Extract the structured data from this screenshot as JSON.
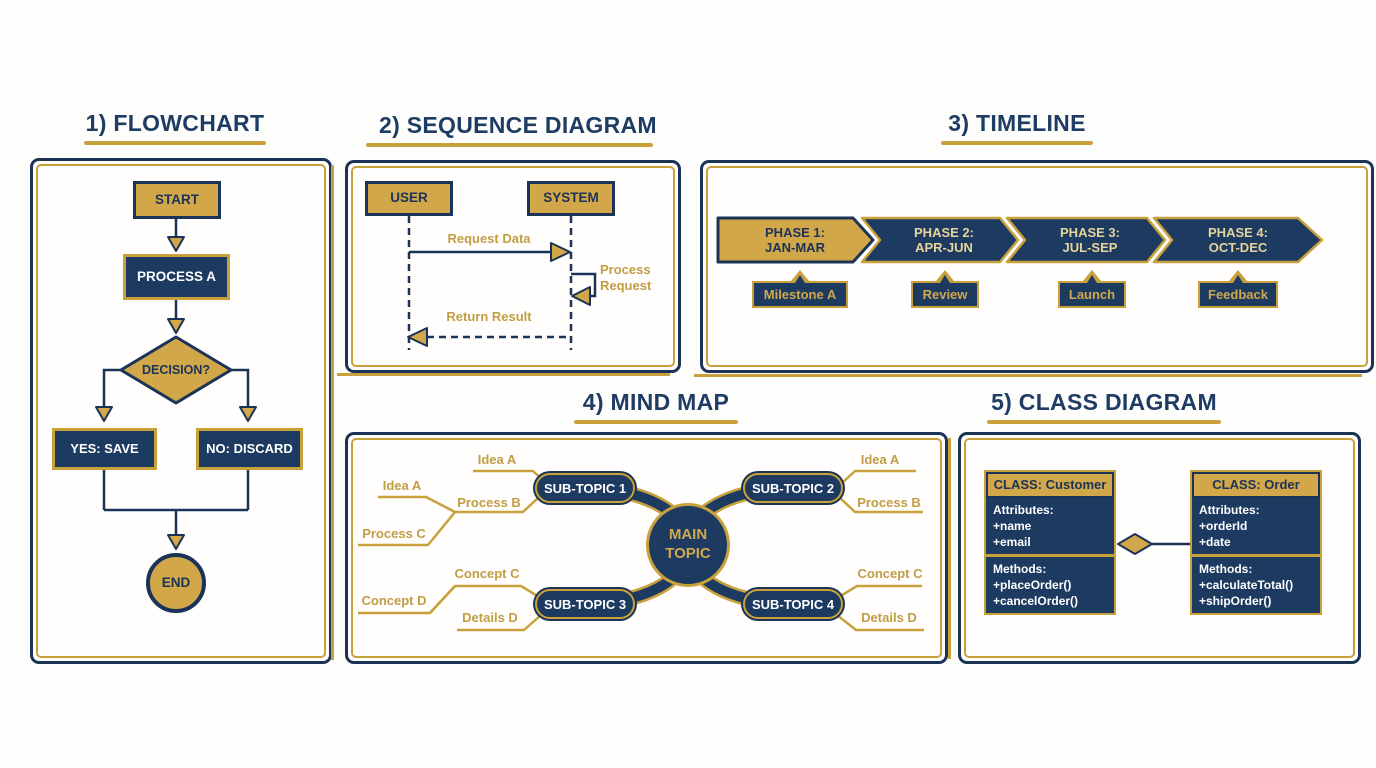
{
  "colors": {
    "navy": "#1d3a60",
    "navy_border": "#1b3357",
    "gold": "#c9a13c",
    "gold_fill": "#d2a74a",
    "gold_text": "#c19d44",
    "pale_gold_text": "#e7d49b",
    "title_text": "#1e3c64",
    "background": "#fdfdfb"
  },
  "flowchart": {
    "title": "1) FLOWCHART",
    "nodes": {
      "start": "START",
      "process": "PROCESS A",
      "decision": "DECISION?",
      "yes": "YES: SAVE",
      "no": "NO: DISCARD",
      "end": "END"
    }
  },
  "sequence": {
    "title": "2) SEQUENCE DIAGRAM",
    "actors": {
      "user": "USER",
      "system": "SYSTEM"
    },
    "messages": {
      "request": "Request Data",
      "self_process": "Process Request",
      "return": "Return Result"
    }
  },
  "timeline": {
    "title": "3) TIMELINE",
    "phases": [
      {
        "name": "PHASE 1:",
        "period": "JAN-MAR"
      },
      {
        "name": "PHASE 2:",
        "period": "APR-JUN"
      },
      {
        "name": "PHASE 3:",
        "period": "JUL-SEP"
      },
      {
        "name": "PHASE 4:",
        "period": "OCT-DEC"
      }
    ],
    "milestones": [
      "Milestone A",
      "Review",
      "Launch",
      "Feedback"
    ]
  },
  "mindmap": {
    "title": "4) MIND MAP",
    "center": "MAIN TOPIC",
    "subtopics": [
      "SUB-TOPIC 1",
      "SUB-TOPIC 2",
      "SUB-TOPIC 3",
      "SUB-TOPIC 4"
    ],
    "left": {
      "top_leaf": "Idea A",
      "mid_leaf": "Process B",
      "mid_sub_top": "Idea A",
      "mid_sub_bottom": "Process C",
      "lower_leaf": "Concept C",
      "lower_sub": "Concept D",
      "bottom_leaf": "Details D"
    },
    "right": {
      "top_leaf": "Idea A",
      "mid_leaf": "Process B",
      "lower_leaf": "Concept C",
      "bottom_leaf": "Details D"
    }
  },
  "class_diagram": {
    "title": "5) CLASS DIAGRAM",
    "classes": [
      {
        "name": "CLASS: Customer",
        "attributes": [
          "Attributes:",
          "+name",
          "+email"
        ],
        "methods": [
          "Methods:",
          "+placeOrder()",
          "+cancelOrder()"
        ]
      },
      {
        "name": "CLASS: Order",
        "attributes": [
          "Attributes:",
          "+orderId",
          "+date"
        ],
        "methods": [
          "Methods:",
          "+calculateTotal()",
          "+shipOrder()"
        ]
      }
    ]
  }
}
